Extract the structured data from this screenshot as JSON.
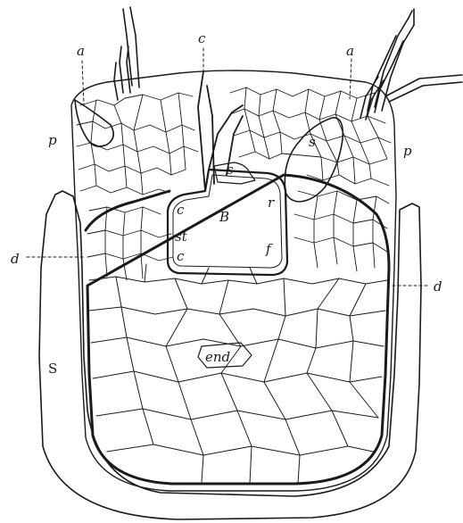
{
  "figure": {
    "labels": {
      "a_left": "a",
      "c_top": "c",
      "a_right": "a",
      "p_left": "p",
      "p_right": "p",
      "s_upper": "s",
      "s_right_cell": "s",
      "B": "B",
      "r": "r",
      "c_left_upper": "c",
      "st": "st",
      "c_left_lower": "c",
      "f": "f",
      "d_left": "d",
      "d_right": "d",
      "S": "S",
      "end": "end"
    }
  }
}
